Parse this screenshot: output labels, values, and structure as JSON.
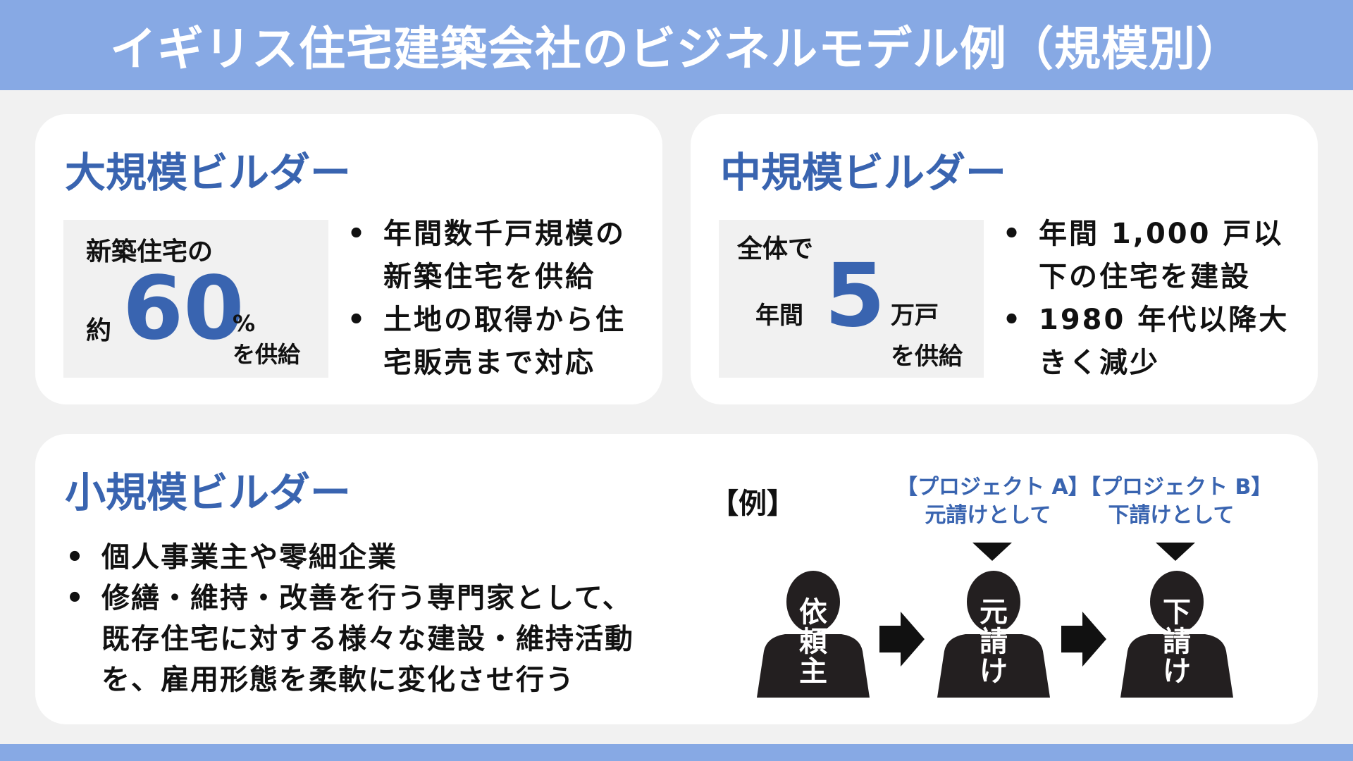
{
  "title": "イギリス住宅建築会社のビジネルモデル例（規模別）",
  "large": {
    "title": "大規模ビルダー",
    "stat_prefix": "新築住宅の",
    "stat_about": "約",
    "stat_value": "60",
    "stat_unit": "%",
    "stat_suffix": "を供給",
    "bullets": [
      "年間数千戸規模の新築住宅を供給",
      "土地の取得から住宅販売まで対応"
    ]
  },
  "medium": {
    "title": "中規模ビルダー",
    "stat_prefix": "全体で",
    "stat_annual": "年間",
    "stat_value": "5",
    "stat_unit": "万戸",
    "stat_suffix": "を供給",
    "bullets": [
      "年間 1,000 戸以下の住宅を建設",
      "1980 年代以降大きく減少"
    ]
  },
  "small": {
    "title": "小規模ビルダー",
    "bullets": [
      "個人事業主や零細企業",
      "修繕・維持・改善を行う専門家として、既存住宅に対する様々な建設・維持活動を、雇用形態を柔軟に変化させ行う"
    ],
    "example_label": "【例】",
    "project_a": "【プロジェクト A】",
    "project_a_role": "元請けとして",
    "project_b": "【プロジェクト B】",
    "project_b_role": "下請けとして",
    "people": [
      {
        "label": "依頼主",
        "icon": "person-silhouette-icon"
      },
      {
        "label": "元請け",
        "icon": "person-silhouette-icon"
      },
      {
        "label": "下請け",
        "icon": "person-silhouette-icon"
      }
    ]
  },
  "colors": {
    "accent": "#3964b0",
    "header": "#87a9e4",
    "background": "#f1f1f1",
    "card": "#ffffff",
    "silhouette": "#231f20"
  }
}
